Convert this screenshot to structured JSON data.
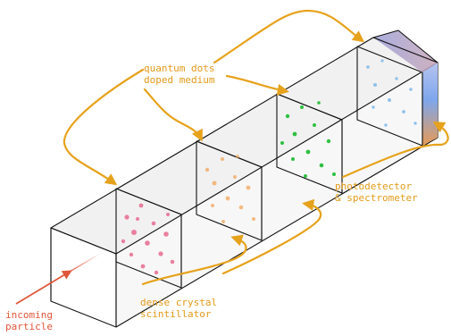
{
  "labels": {
    "quantum_dots": [
      "quantum dots",
      "doped medium"
    ],
    "photodetector": [
      "photodetector",
      "& spectrometer"
    ],
    "dense_crystal": [
      "dense crystal",
      "scintillator"
    ],
    "incoming": [
      "incoming",
      "particle"
    ]
  },
  "colors": {
    "arrow": "#e6a21c",
    "text_orange": "#e29a1a",
    "text_red": "#e0563a",
    "dots_red": "#e8628a",
    "dots_orange": "#f2a55a",
    "dots_green": "#2fc040",
    "dots_blue": "#7fb8e8"
  }
}
